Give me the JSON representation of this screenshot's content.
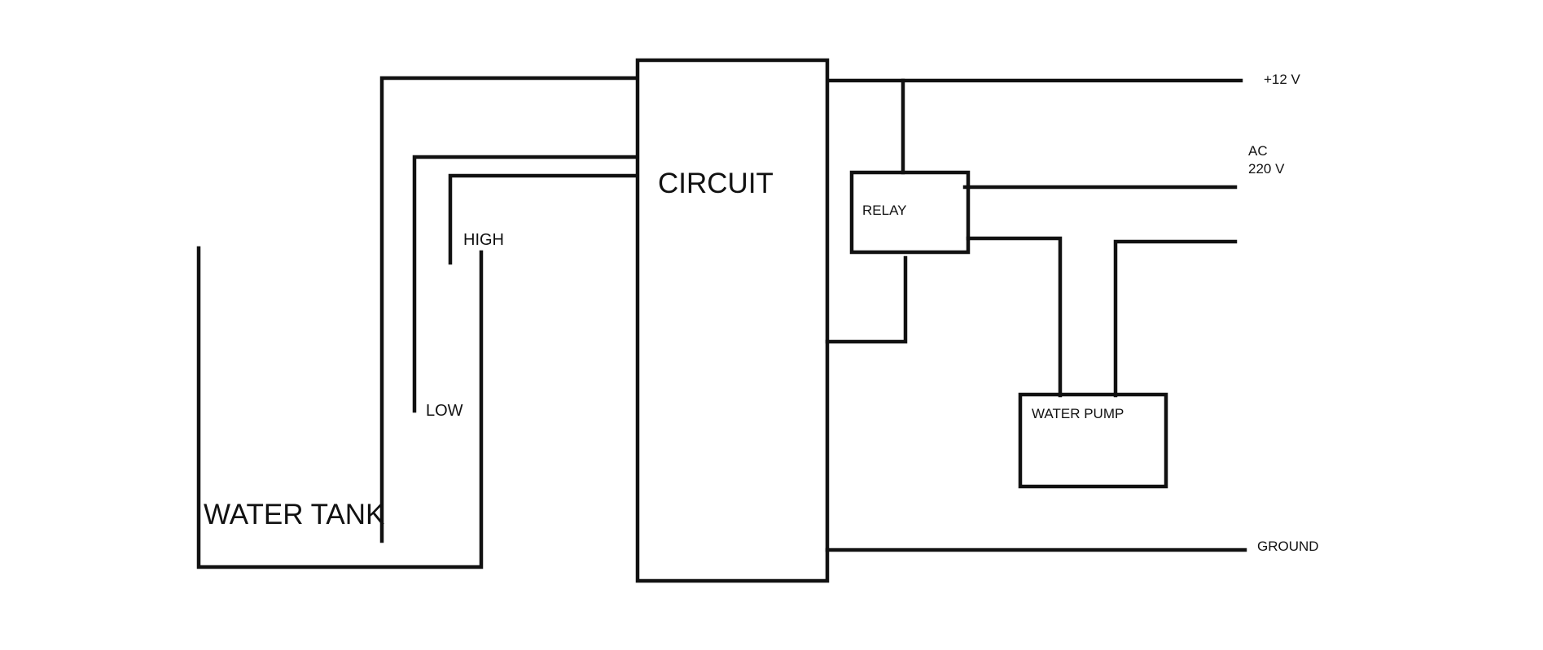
{
  "labels": {
    "water_tank": "WATER TANK",
    "high": "HIGH",
    "low": "LOW",
    "circuit": "CIRCUIT",
    "relay": "RELAY",
    "water_pump": "WATER PUMP",
    "plus12v": "+12 V",
    "ac_line1": "AC",
    "ac_line2": "220 V",
    "ground": "GROUND"
  },
  "colors": {
    "stroke": "#111111",
    "background": "#ffffff"
  }
}
